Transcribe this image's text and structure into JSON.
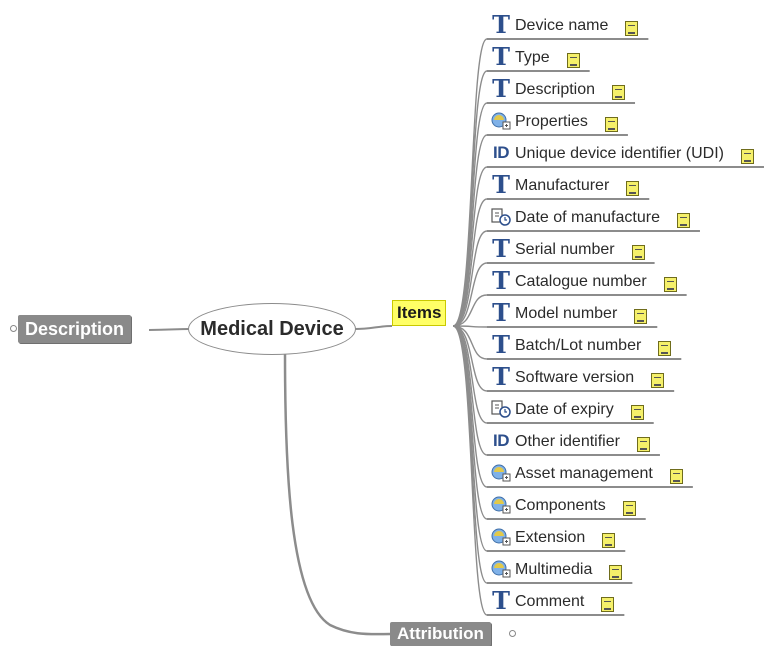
{
  "root": {
    "label": "Medical Device"
  },
  "description": {
    "label": "Description"
  },
  "attribution": {
    "label": "Attribution"
  },
  "items": {
    "label": "Items",
    "children": [
      {
        "label": "Device name",
        "icon": "text-type-icon"
      },
      {
        "label": "Type",
        "icon": "text-type-icon"
      },
      {
        "label": "Description",
        "icon": "text-type-icon"
      },
      {
        "label": "Properties",
        "icon": "cluster-icon"
      },
      {
        "label": "Unique device identifier (UDI)",
        "icon": "identifier-icon"
      },
      {
        "label": "Manufacturer",
        "icon": "text-type-icon"
      },
      {
        "label": "Date of manufacture",
        "icon": "date-time-icon"
      },
      {
        "label": "Serial number",
        "icon": "text-type-icon"
      },
      {
        "label": "Catalogue number",
        "icon": "text-type-icon"
      },
      {
        "label": "Model number",
        "icon": "text-type-icon"
      },
      {
        "label": "Batch/Lot number",
        "icon": "text-type-icon"
      },
      {
        "label": "Software version",
        "icon": "text-type-icon"
      },
      {
        "label": "Date of expiry",
        "icon": "date-time-icon"
      },
      {
        "label": "Other identifier",
        "icon": "identifier-icon"
      },
      {
        "label": "Asset management",
        "icon": "cluster-icon"
      },
      {
        "label": "Components",
        "icon": "cluster-icon"
      },
      {
        "label": "Extension",
        "icon": "cluster-icon"
      },
      {
        "label": "Multimedia",
        "icon": "cluster-icon"
      },
      {
        "label": "Comment",
        "icon": "text-type-icon"
      }
    ]
  },
  "colors": {
    "connector": "#8c8c8c",
    "items_highlight": "#ffff66",
    "grey_node": "#8a8a8a",
    "icon_blue": "#2d4f8c",
    "note": "#f5f06a"
  }
}
